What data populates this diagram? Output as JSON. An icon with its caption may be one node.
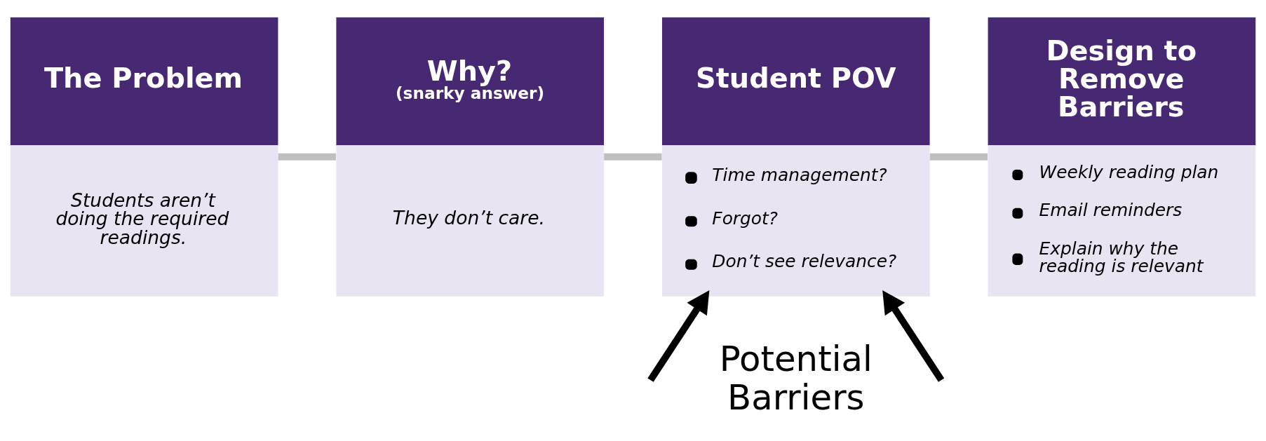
{
  "diagram": {
    "nodes": [
      {
        "text": [
          "The Problem",
          "Students aren’t doing the required readings."
        ]
      },
      {
        "text": [
          "Why?",
          "(snarky answer)",
          "They don’t care."
        ]
      },
      {
        "text": [
          "Student POV",
          "Time management?",
          "Forgot?",
          "Don’t see relevance?"
        ]
      },
      {
        "text": [
          "Design to Remove Barriers",
          "Weekly reading plan",
          "Email reminders",
          "Explain why the reading is relevant"
        ]
      }
    ],
    "edges": [
      {
        "from": 0,
        "to": 1,
        "arrow": "none",
        "color": "#bfbfbf"
      },
      {
        "from": 1,
        "to": 2,
        "arrow": "none",
        "color": "#bfbfbf"
      },
      {
        "from": 2,
        "to": 3,
        "arrow": "none",
        "color": "#bfbfbf"
      },
      {
        "from": null,
        "to": 2,
        "arrow": "to",
        "color": "#000000"
      },
      {
        "from": null,
        "to": 2,
        "arrow": "to",
        "color": "#000000"
      }
    ],
    "labels": [
      "Potential Barriers"
    ]
  }
}
